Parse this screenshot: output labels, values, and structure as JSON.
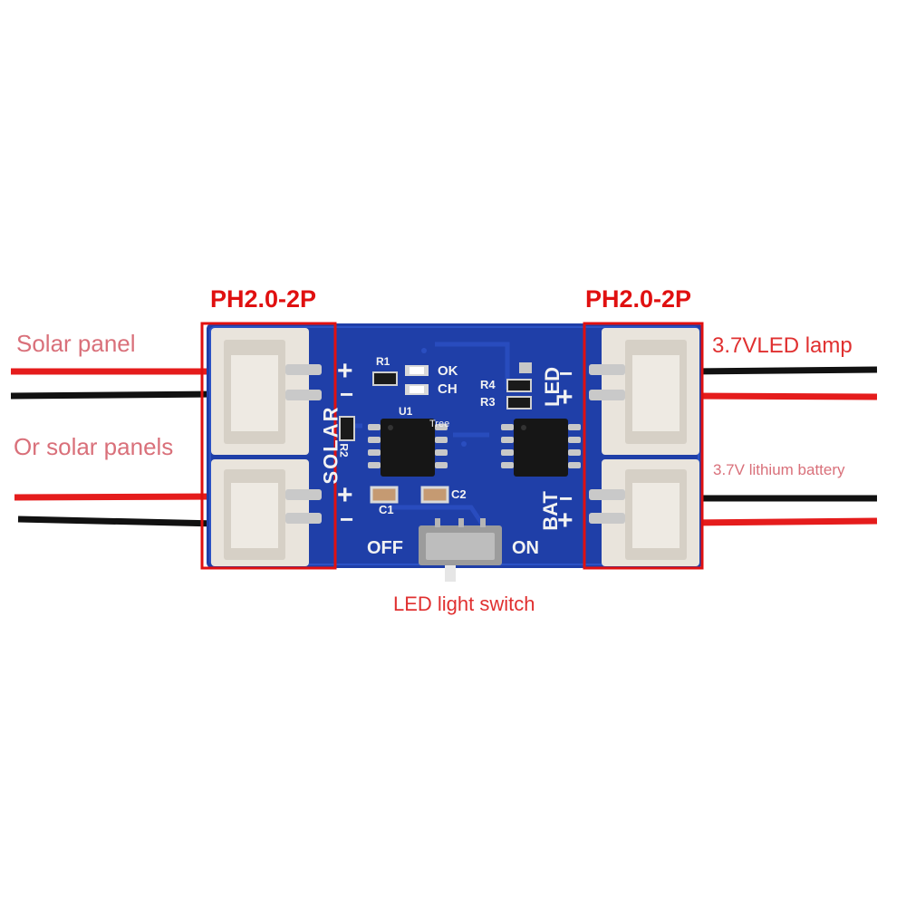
{
  "labels": {
    "left_connector": "PH2.0-2P",
    "right_connector": "PH2.0-2P",
    "solar_panel": "Solar panel",
    "or_solar_panels": "Or solar panels",
    "led_lamp": "3.7VLED lamp",
    "lithium_battery": "3.7V lithium battery",
    "switch": "LED light switch"
  },
  "silkscreen": {
    "solar": "SOLAR",
    "led": "LED",
    "bat": "BAT",
    "off": "OFF",
    "on": "ON",
    "ok": "OK",
    "ch": "CH",
    "r1": "R1",
    "r2": "R2",
    "r3": "R3",
    "r4": "R4",
    "u1": "U1",
    "c1": "C1",
    "c2": "C2",
    "tree": "Tree",
    "plus": "+",
    "minus": "−"
  },
  "colors": {
    "pcb": "#1f3fa8",
    "highlight_box": "#e01010",
    "wire_red": "#e51c1c",
    "wire_black": "#111111",
    "connector": "#e9e4dc"
  }
}
